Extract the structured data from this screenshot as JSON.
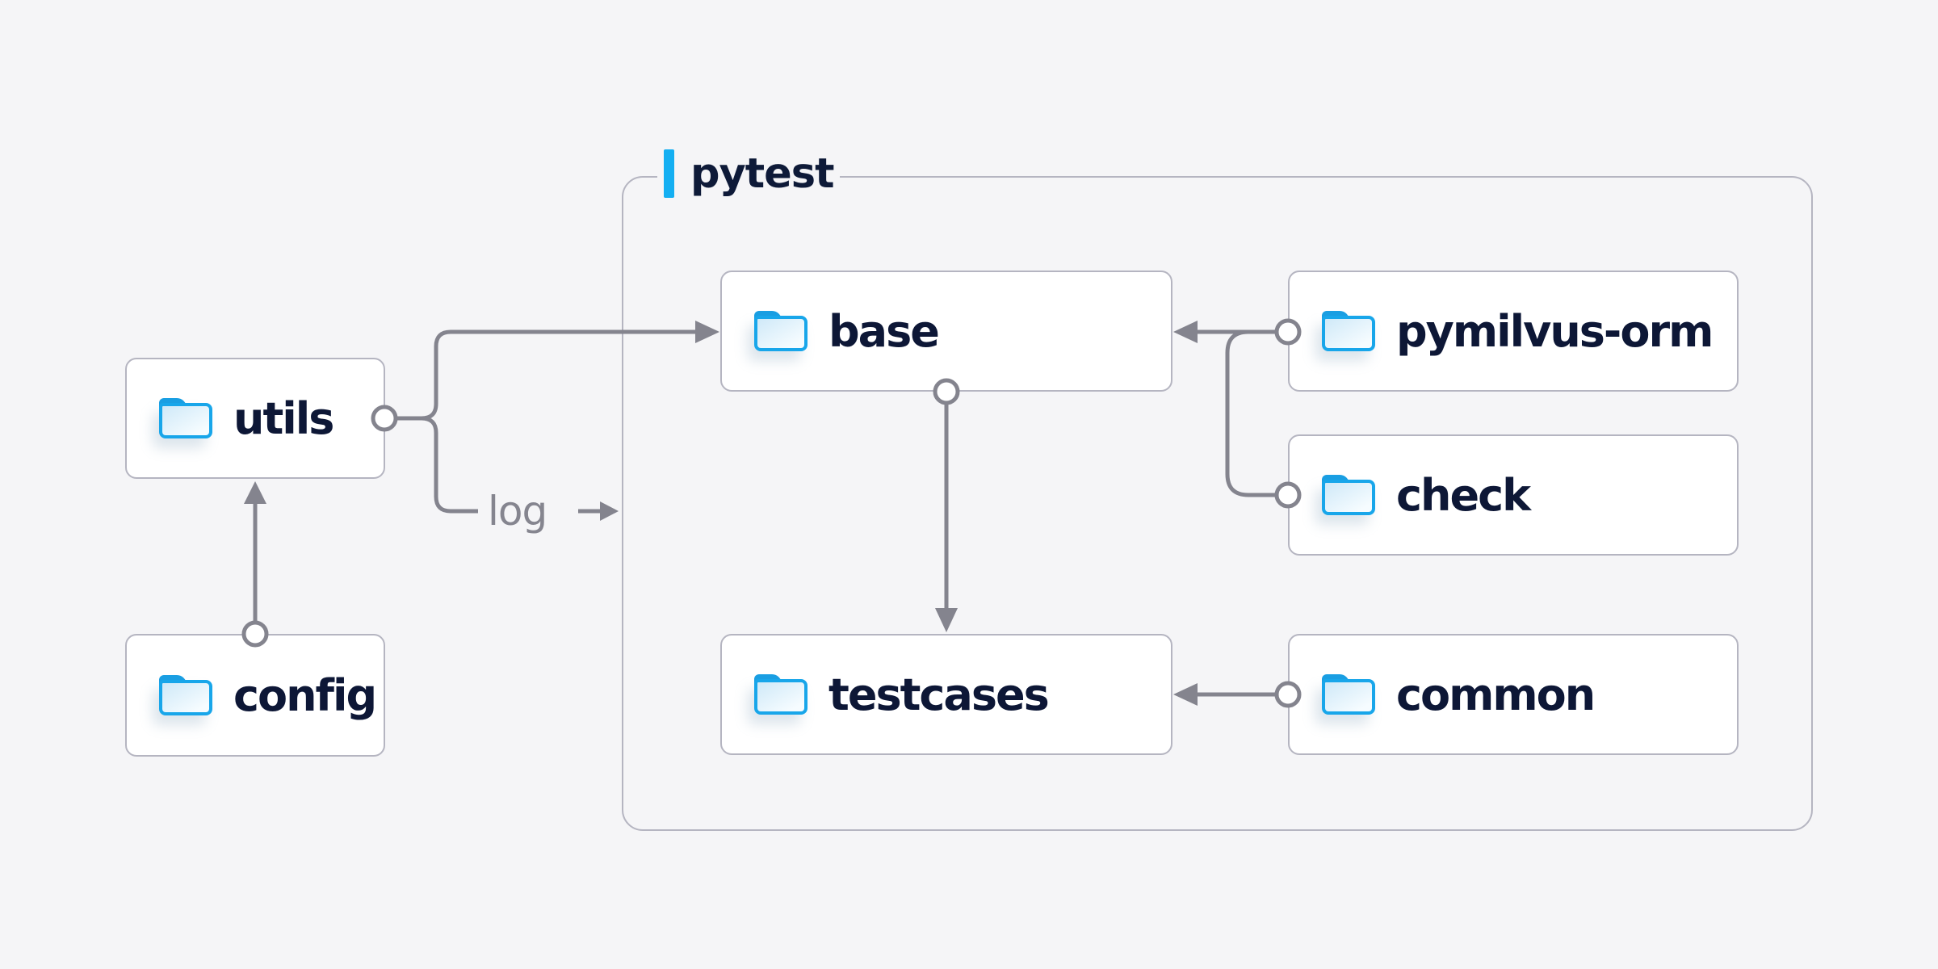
{
  "diagram": {
    "title_group": {
      "container_label": "pytest"
    },
    "nodes": {
      "utils": {
        "label": "utils",
        "icon": "folder-icon"
      },
      "config": {
        "label": "config",
        "icon": "folder-icon"
      },
      "base": {
        "label": "base",
        "icon": "folder-icon"
      },
      "pymilvus-orm": {
        "label": "pymilvus-orm",
        "icon": "folder-icon"
      },
      "check": {
        "label": "check",
        "icon": "folder-icon"
      },
      "testcases": {
        "label": "testcases",
        "icon": "folder-icon"
      },
      "common": {
        "label": "common",
        "icon": "folder-icon"
      }
    },
    "edge_labels": {
      "log": "log"
    },
    "relations": [
      {
        "from": "config",
        "to": "utils"
      },
      {
        "from": "utils",
        "to": "base"
      },
      {
        "from": "utils",
        "to": "log"
      },
      {
        "from": "pymilvus-orm",
        "to": "base"
      },
      {
        "from": "check",
        "to": "base"
      },
      {
        "from": "base",
        "to": "testcases"
      },
      {
        "from": "common",
        "to": "testcases"
      }
    ],
    "colors": {
      "background": "#f5f5f7",
      "box_fill": "#ffffff",
      "box_border": "#b5b5c1",
      "connector_gray": "#84848e",
      "label_text": "#0d1736",
      "muted_text": "#85858f",
      "accent_blue_bar": "#14aff2",
      "folder_blue": "#18a6ea"
    }
  }
}
